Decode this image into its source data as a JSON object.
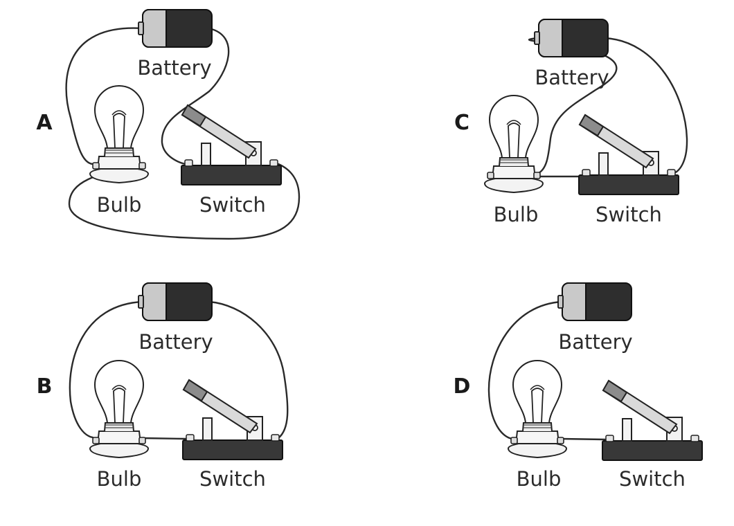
{
  "labels": {
    "battery": "Battery",
    "bulb": "Bulb",
    "switch": "Switch"
  },
  "options": [
    {
      "letter": "A"
    },
    {
      "letter": "B"
    },
    {
      "letter": "C"
    },
    {
      "letter": "D"
    }
  ],
  "colors": {
    "ink": "#2a2a2a",
    "battery_body": "#2e2e2e",
    "battery_cap": "#c9c9c9",
    "switch_base": "#383838",
    "background": "#ffffff"
  }
}
